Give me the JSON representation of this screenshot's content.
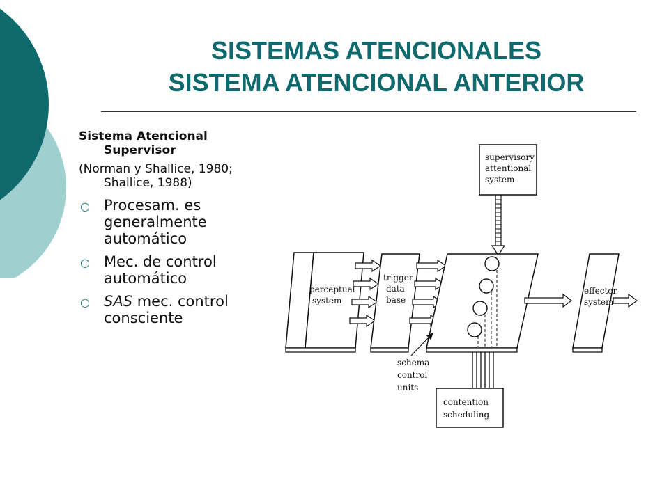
{
  "title": {
    "line1": "SISTEMAS ATENCIONALES",
    "line2": "SISTEMA ATENCIONAL ANTERIOR"
  },
  "left": {
    "heading": "Sistema Atencional Supervisor",
    "citation": "(Norman y Shallice, 1980; Shallice, 1988)",
    "bullets": [
      {
        "text": "Procesam. es generalmente automático"
      },
      {
        "text": "Mec. de control automático"
      },
      {
        "em": "SAS",
        "rest": " mec. control consciente"
      }
    ]
  },
  "diagram": {
    "supervisory": [
      "supervisory",
      "attentional",
      "system"
    ],
    "perceptual": [
      "perceptual",
      "system"
    ],
    "trigger": [
      "trigger",
      "data",
      "base"
    ],
    "effector": [
      "effector",
      "system"
    ],
    "schema": [
      "schema",
      "control",
      "units"
    ],
    "contention": [
      "contention",
      "scheduling"
    ]
  },
  "colors": {
    "title": "#0f6a6e",
    "deco_dark": "#0f6a6e",
    "deco_light": "#9fcfcf",
    "bullet": "#1a7a7c"
  }
}
